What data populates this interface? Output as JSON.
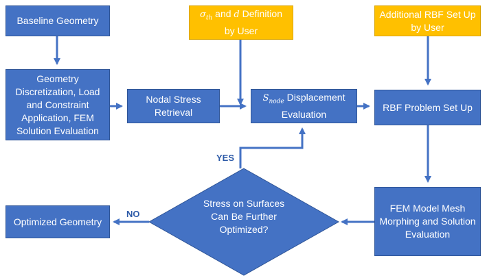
{
  "colors": {
    "process": "#4472c4",
    "input": "#ffc000",
    "arrow": "#4472c4",
    "label": "#2e5ba8"
  },
  "nodes": {
    "baseline": "Baseline Geometry",
    "discretization": [
      "Geometry",
      "Discretization, Load",
      "and Constraint",
      "Application, FEM",
      "Solution Evaluation"
    ],
    "nodal_stress": "Nodal Stress Retrieval",
    "sigma_definition": {
      "symbol_main": "σ",
      "symbol_sub": "th",
      "middle": "and",
      "symbol_d": "d",
      "suffix": "Definition",
      "line2": "by User"
    },
    "displacement": {
      "symbol_main": "S",
      "symbol_sub": "node",
      "suffix": "Displacement",
      "line2": "Evaluation"
    },
    "additional_rbf": [
      "Additional RBF Set Up",
      "by User"
    ],
    "rbf_problem": "RBF Problem Set Up",
    "fem_morph": [
      "FEM Model Mesh",
      "Morphing and Solution",
      "Evaluation"
    ],
    "decision": [
      "Stress on Surfaces",
      "Can Be Further",
      "Optimized?"
    ],
    "optimized": "Optimized Geometry"
  },
  "edge_labels": {
    "yes": "YES",
    "no": "NO"
  }
}
